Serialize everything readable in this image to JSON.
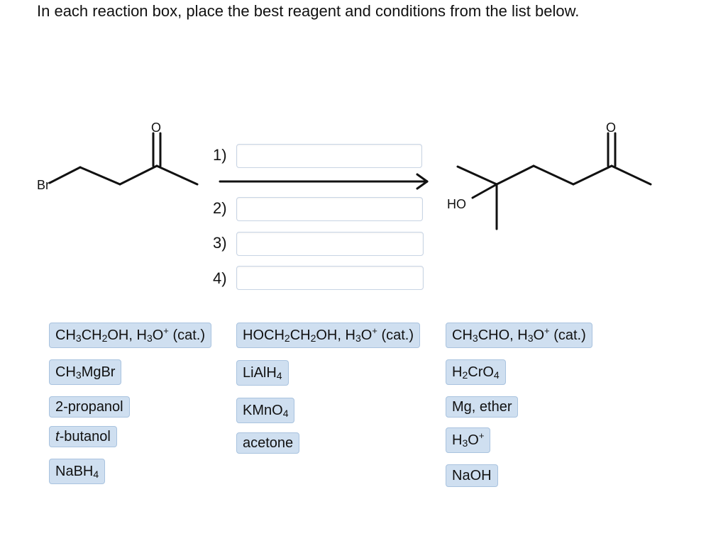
{
  "instruction": "In each reaction box, place the best reagent and conditions from the list below.",
  "reactant": {
    "atom_labels": {
      "bromine": "Br",
      "oxygen": "O"
    }
  },
  "product": {
    "atom_labels": {
      "hydroxyl": "HO",
      "oxygen": "O"
    }
  },
  "reaction_steps": [
    {
      "label": "1)",
      "value": ""
    },
    {
      "label": "2)",
      "value": ""
    },
    {
      "label": "3)",
      "value": ""
    },
    {
      "label": "4)",
      "value": ""
    }
  ],
  "reagents": {
    "col1": [
      {
        "text": "CH3CH2OH, H3O+ (cat.)",
        "parts": [
          [
            "t",
            "CH"
          ],
          [
            "s",
            "3"
          ],
          [
            "t",
            "CH"
          ],
          [
            "s",
            "2"
          ],
          [
            "t",
            "OH, H"
          ],
          [
            "s",
            "3"
          ],
          [
            "t",
            "O"
          ],
          [
            "p",
            "+"
          ],
          [
            "t",
            " (cat.)"
          ]
        ]
      },
      {
        "text": "CH3MgBr",
        "parts": [
          [
            "t",
            "CH"
          ],
          [
            "s",
            "3"
          ],
          [
            "t",
            "MgBr"
          ]
        ]
      },
      {
        "text": "2-propanol",
        "parts": [
          [
            "t",
            "2-propanol"
          ]
        ]
      },
      {
        "text": "t-butanol",
        "parts": [
          [
            "i",
            "t"
          ],
          [
            "t",
            "-butanol"
          ]
        ]
      },
      {
        "text": "NaBH4",
        "parts": [
          [
            "t",
            "NaBH"
          ],
          [
            "s",
            "4"
          ]
        ]
      }
    ],
    "col2": [
      {
        "text": "HOCH2CH2OH, H3O+ (cat.)",
        "parts": [
          [
            "t",
            "HOCH"
          ],
          [
            "s",
            "2"
          ],
          [
            "t",
            "CH"
          ],
          [
            "s",
            "2"
          ],
          [
            "t",
            "OH, H"
          ],
          [
            "s",
            "3"
          ],
          [
            "t",
            "O"
          ],
          [
            "p",
            "+"
          ],
          [
            "t",
            " (cat.)"
          ]
        ]
      },
      {
        "text": "LiAlH4",
        "parts": [
          [
            "t",
            "LiAlH"
          ],
          [
            "s",
            "4"
          ]
        ]
      },
      {
        "text": "KMnO4",
        "parts": [
          [
            "t",
            "KMnO"
          ],
          [
            "s",
            "4"
          ]
        ]
      },
      {
        "text": "acetone",
        "parts": [
          [
            "t",
            "acetone"
          ]
        ]
      }
    ],
    "col3": [
      {
        "text": "CH3CHO, H3O+ (cat.)",
        "parts": [
          [
            "t",
            "CH"
          ],
          [
            "s",
            "3"
          ],
          [
            "t",
            "CHO, H"
          ],
          [
            "s",
            "3"
          ],
          [
            "t",
            "O"
          ],
          [
            "p",
            "+"
          ],
          [
            "t",
            " (cat.)"
          ]
        ]
      },
      {
        "text": "H2CrO4",
        "parts": [
          [
            "t",
            "H"
          ],
          [
            "s",
            "2"
          ],
          [
            "t",
            "CrO"
          ],
          [
            "s",
            "4"
          ]
        ]
      },
      {
        "text": "Mg, ether",
        "parts": [
          [
            "t",
            "Mg, ether"
          ]
        ]
      },
      {
        "text": "H3O+",
        "parts": [
          [
            "t",
            "H"
          ],
          [
            "s",
            "3"
          ],
          [
            "t",
            "O"
          ],
          [
            "p",
            "+"
          ]
        ]
      },
      {
        "text": "NaOH",
        "parts": [
          [
            "t",
            "NaOH"
          ]
        ]
      }
    ]
  }
}
